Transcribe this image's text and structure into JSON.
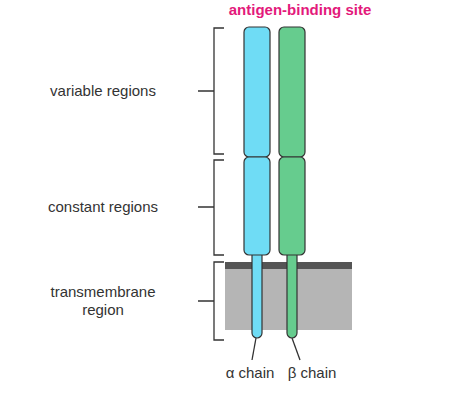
{
  "diagram": {
    "labels": [
      "antigen-binding site",
      "variable regions",
      "constant regions",
      "transmembrane region",
      "α chain",
      "β chain"
    ]
  }
}
